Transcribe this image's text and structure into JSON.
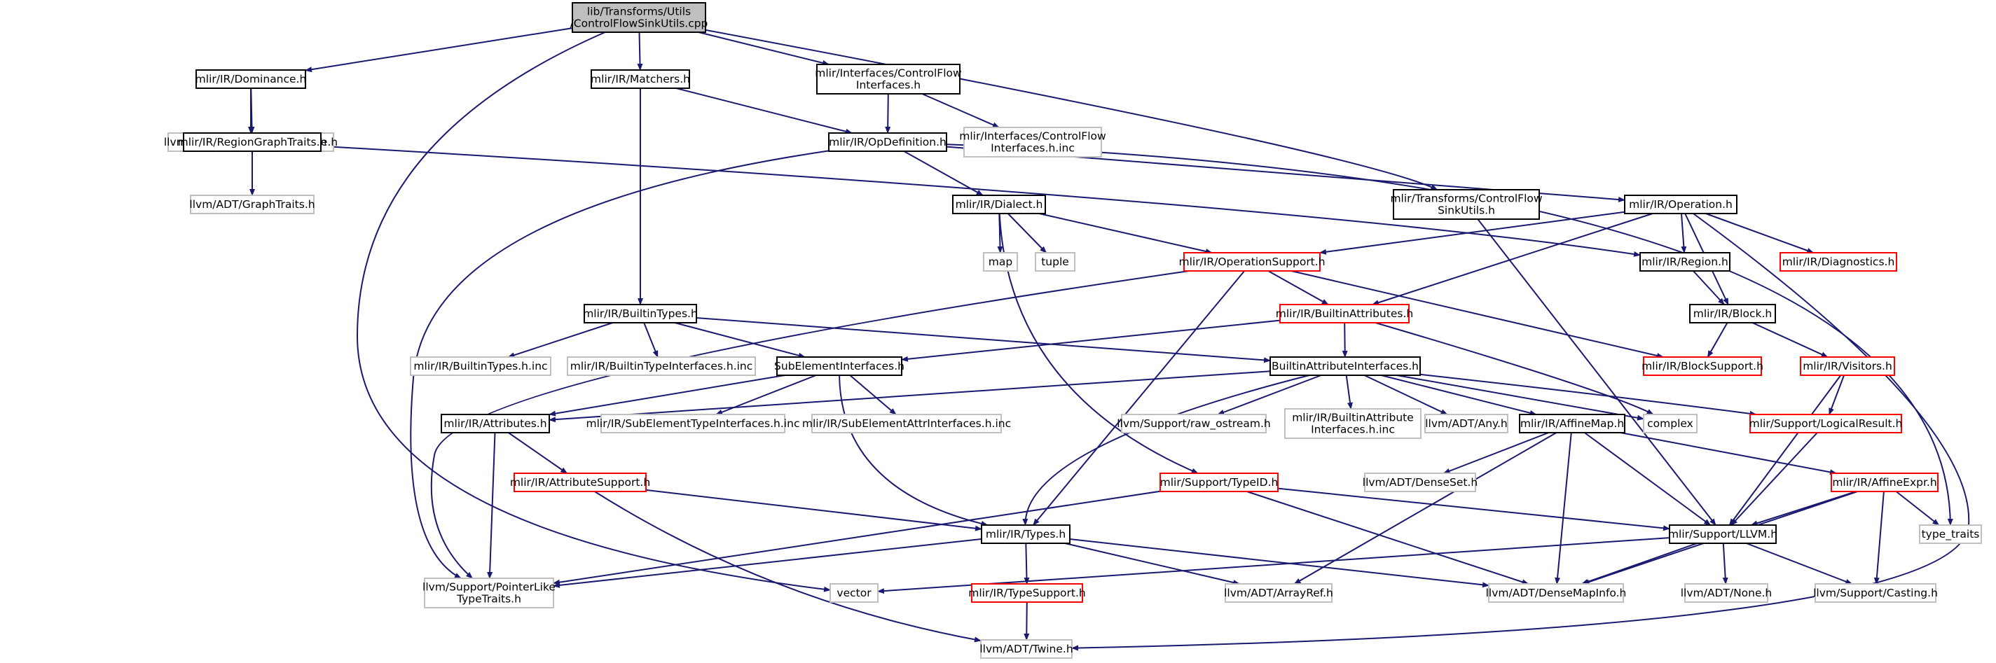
{
  "colors": {
    "edge": "#191970",
    "node_border": "#000000",
    "external_border": "#bfbfbf",
    "truncated_border": "#ff0000",
    "root_fill": "#bfbfbf",
    "text": "#000000",
    "external_text": "#555555"
  },
  "nodes": {
    "root": {
      "lines": [
        "lib/Transforms/Utils",
        "/ControlFlowSinkUtils.cpp"
      ],
      "kind": "root"
    },
    "dominance": {
      "lines": [
        "mlir/IR/Dominance.h"
      ],
      "kind": "doc"
    },
    "matchers": {
      "lines": [
        "mlir/IR/Matchers.h"
      ],
      "kind": "doc"
    },
    "cfiface": {
      "lines": [
        "mlir/Interfaces/ControlFlow",
        "Interfaces.h"
      ],
      "kind": "doc"
    },
    "gdt": {
      "lines": [
        "llvm/Support/GenericDomTree.h"
      ],
      "kind": "external"
    },
    "rgt": {
      "lines": [
        "mlir/IR/RegionGraphTraits.h"
      ],
      "kind": "doc"
    },
    "opdef": {
      "lines": [
        "mlir/IR/OpDefinition.h"
      ],
      "kind": "doc"
    },
    "cfiinc": {
      "lines": [
        "mlir/Interfaces/ControlFlow",
        "Interfaces.h.inc"
      ],
      "kind": "external"
    },
    "graphtraits": {
      "lines": [
        "llvm/ADT/GraphTraits.h"
      ],
      "kind": "external"
    },
    "dialect": {
      "lines": [
        "mlir/IR/Dialect.h"
      ],
      "kind": "doc"
    },
    "cfsu": {
      "lines": [
        "mlir/Transforms/ControlFlow",
        "SinkUtils.h"
      ],
      "kind": "doc"
    },
    "operation": {
      "lines": [
        "mlir/IR/Operation.h"
      ],
      "kind": "doc"
    },
    "map": {
      "lines": [
        "map"
      ],
      "kind": "external"
    },
    "tuple": {
      "lines": [
        "tuple"
      ],
      "kind": "external"
    },
    "opsupport": {
      "lines": [
        "mlir/IR/OperationSupport.h"
      ],
      "kind": "truncated"
    },
    "region": {
      "lines": [
        "mlir/IR/Region.h"
      ],
      "kind": "doc"
    },
    "diagnostics": {
      "lines": [
        "mlir/IR/Diagnostics.h"
      ],
      "kind": "truncated"
    },
    "builtintypes": {
      "lines": [
        "mlir/IR/BuiltinTypes.h"
      ],
      "kind": "doc"
    },
    "builtinattrs": {
      "lines": [
        "mlir/IR/BuiltinAttributes.h"
      ],
      "kind": "truncated"
    },
    "block": {
      "lines": [
        "mlir/IR/Block.h"
      ],
      "kind": "doc"
    },
    "btinc": {
      "lines": [
        "mlir/IR/BuiltinTypes.h.inc"
      ],
      "kind": "external"
    },
    "btiinc": {
      "lines": [
        "mlir/IR/BuiltinTypeInterfaces.h.inc"
      ],
      "kind": "external"
    },
    "subelem": {
      "lines": [
        "SubElementInterfaces.h"
      ],
      "kind": "doc"
    },
    "baiface": {
      "lines": [
        "BuiltinAttributeInterfaces.h"
      ],
      "kind": "doc"
    },
    "blocksupport": {
      "lines": [
        "mlir/IR/BlockSupport.h"
      ],
      "kind": "truncated"
    },
    "visitors": {
      "lines": [
        "mlir/IR/Visitors.h"
      ],
      "kind": "truncated"
    },
    "attributes": {
      "lines": [
        "mlir/IR/Attributes.h"
      ],
      "kind": "doc"
    },
    "setiinc": {
      "lines": [
        "mlir/IR/SubElementTypeInterfaces.h.inc"
      ],
      "kind": "external"
    },
    "seaiinc": {
      "lines": [
        "mlir/IR/SubElementAttrInterfaces.h.inc"
      ],
      "kind": "external"
    },
    "rawostream": {
      "lines": [
        "llvm/Support/raw_ostream.h"
      ],
      "kind": "external"
    },
    "baiinc": {
      "lines": [
        "mlir/IR/BuiltinAttribute",
        "Interfaces.h.inc"
      ],
      "kind": "external"
    },
    "any": {
      "lines": [
        "llvm/ADT/Any.h"
      ],
      "kind": "external"
    },
    "affinemap": {
      "lines": [
        "mlir/IR/AffineMap.h"
      ],
      "kind": "doc"
    },
    "complex": {
      "lines": [
        "complex"
      ],
      "kind": "external"
    },
    "logicalresult": {
      "lines": [
        "mlir/Support/LogicalResult.h"
      ],
      "kind": "truncated"
    },
    "attrsupport": {
      "lines": [
        "mlir/IR/AttributeSupport.h"
      ],
      "kind": "truncated"
    },
    "typeid": {
      "lines": [
        "mlir/Support/TypeID.h"
      ],
      "kind": "truncated"
    },
    "denseset": {
      "lines": [
        "llvm/ADT/DenseSet.h"
      ],
      "kind": "external"
    },
    "affineexpr": {
      "lines": [
        "mlir/IR/AffineExpr.h"
      ],
      "kind": "truncated"
    },
    "types": {
      "lines": [
        "mlir/IR/Types.h"
      ],
      "kind": "doc"
    },
    "llvm": {
      "lines": [
        "mlir/Support/LLVM.h"
      ],
      "kind": "doc"
    },
    "typetraits": {
      "lines": [
        "type_traits"
      ],
      "kind": "external"
    },
    "plt": {
      "lines": [
        "llvm/Support/PointerLike",
        "TypeTraits.h"
      ],
      "kind": "external"
    },
    "vector": {
      "lines": [
        "vector"
      ],
      "kind": "external"
    },
    "typesupport": {
      "lines": [
        "mlir/IR/TypeSupport.h"
      ],
      "kind": "truncated"
    },
    "arrayref": {
      "lines": [
        "llvm/ADT/ArrayRef.h"
      ],
      "kind": "external"
    },
    "densemapinfo": {
      "lines": [
        "llvm/ADT/DenseMapInfo.h"
      ],
      "kind": "external"
    },
    "none": {
      "lines": [
        "llvm/ADT/None.h"
      ],
      "kind": "external"
    },
    "casting": {
      "lines": [
        "llvm/Support/Casting.h"
      ],
      "kind": "external"
    },
    "twine": {
      "lines": [
        "llvm/ADT/Twine.h"
      ],
      "kind": "external"
    }
  },
  "edges": [
    [
      "root",
      "dominance"
    ],
    [
      "root",
      "matchers"
    ],
    [
      "root",
      "cfiface"
    ],
    [
      "root",
      "cfsu"
    ],
    [
      "root",
      "vector"
    ],
    [
      "dominance",
      "gdt"
    ],
    [
      "dominance",
      "rgt"
    ],
    [
      "rgt",
      "graphtraits"
    ],
    [
      "rgt",
      "region"
    ],
    [
      "matchers",
      "opdef"
    ],
    [
      "matchers",
      "builtintypes"
    ],
    [
      "cfiface",
      "opdef"
    ],
    [
      "cfiface",
      "cfiinc"
    ],
    [
      "opdef",
      "dialect"
    ],
    [
      "opdef",
      "operation"
    ],
    [
      "opdef",
      "plt"
    ],
    [
      "opdef",
      "typetraits"
    ],
    [
      "dialect",
      "map"
    ],
    [
      "dialect",
      "tuple"
    ],
    [
      "dialect",
      "opsupport"
    ],
    [
      "dialect",
      "typeid"
    ],
    [
      "cfsu",
      "llvm"
    ],
    [
      "operation",
      "opsupport"
    ],
    [
      "operation",
      "region"
    ],
    [
      "operation",
      "block"
    ],
    [
      "operation",
      "diagnostics"
    ],
    [
      "operation",
      "builtinattrs"
    ],
    [
      "operation",
      "twine"
    ],
    [
      "opsupport",
      "builtinattrs"
    ],
    [
      "opsupport",
      "blocksupport"
    ],
    [
      "opsupport",
      "types"
    ],
    [
      "opsupport",
      "plt"
    ],
    [
      "region",
      "block"
    ],
    [
      "block",
      "blocksupport"
    ],
    [
      "block",
      "visitors"
    ],
    [
      "visitors",
      "logicalresult"
    ],
    [
      "visitors",
      "llvm"
    ],
    [
      "builtintypes",
      "btinc"
    ],
    [
      "builtintypes",
      "btiinc"
    ],
    [
      "builtintypes",
      "subelem"
    ],
    [
      "builtintypes",
      "baiface"
    ],
    [
      "builtinattrs",
      "subelem"
    ],
    [
      "builtinattrs",
      "baiface"
    ],
    [
      "builtinattrs",
      "complex"
    ],
    [
      "subelem",
      "attributes"
    ],
    [
      "subelem",
      "setiinc"
    ],
    [
      "subelem",
      "seaiinc"
    ],
    [
      "subelem",
      "types"
    ],
    [
      "baiface",
      "attributes"
    ],
    [
      "baiface",
      "rawostream"
    ],
    [
      "baiface",
      "baiinc"
    ],
    [
      "baiface",
      "any"
    ],
    [
      "baiface",
      "affinemap"
    ],
    [
      "baiface",
      "complex"
    ],
    [
      "baiface",
      "logicalresult"
    ],
    [
      "baiface",
      "types"
    ],
    [
      "attributes",
      "attrsupport"
    ],
    [
      "attributes",
      "plt"
    ],
    [
      "attrsupport",
      "types"
    ],
    [
      "attrsupport",
      "twine"
    ],
    [
      "affinemap",
      "denseset"
    ],
    [
      "affinemap",
      "affineexpr"
    ],
    [
      "affinemap",
      "llvm"
    ],
    [
      "affinemap",
      "arrayref"
    ],
    [
      "affinemap",
      "densemapinfo"
    ],
    [
      "logicalresult",
      "llvm"
    ],
    [
      "affineexpr",
      "llvm"
    ],
    [
      "affineexpr",
      "typetraits"
    ],
    [
      "affineexpr",
      "casting"
    ],
    [
      "affineexpr",
      "densemapinfo"
    ],
    [
      "typeid",
      "llvm"
    ],
    [
      "typeid",
      "plt"
    ],
    [
      "typeid",
      "densemapinfo"
    ],
    [
      "types",
      "typesupport"
    ],
    [
      "types",
      "plt"
    ],
    [
      "types",
      "arrayref"
    ],
    [
      "types",
      "densemapinfo"
    ],
    [
      "llvm",
      "vector"
    ],
    [
      "llvm",
      "none"
    ],
    [
      "llvm",
      "casting"
    ],
    [
      "llvm",
      "densemapinfo"
    ],
    [
      "typesupport",
      "twine"
    ]
  ]
}
